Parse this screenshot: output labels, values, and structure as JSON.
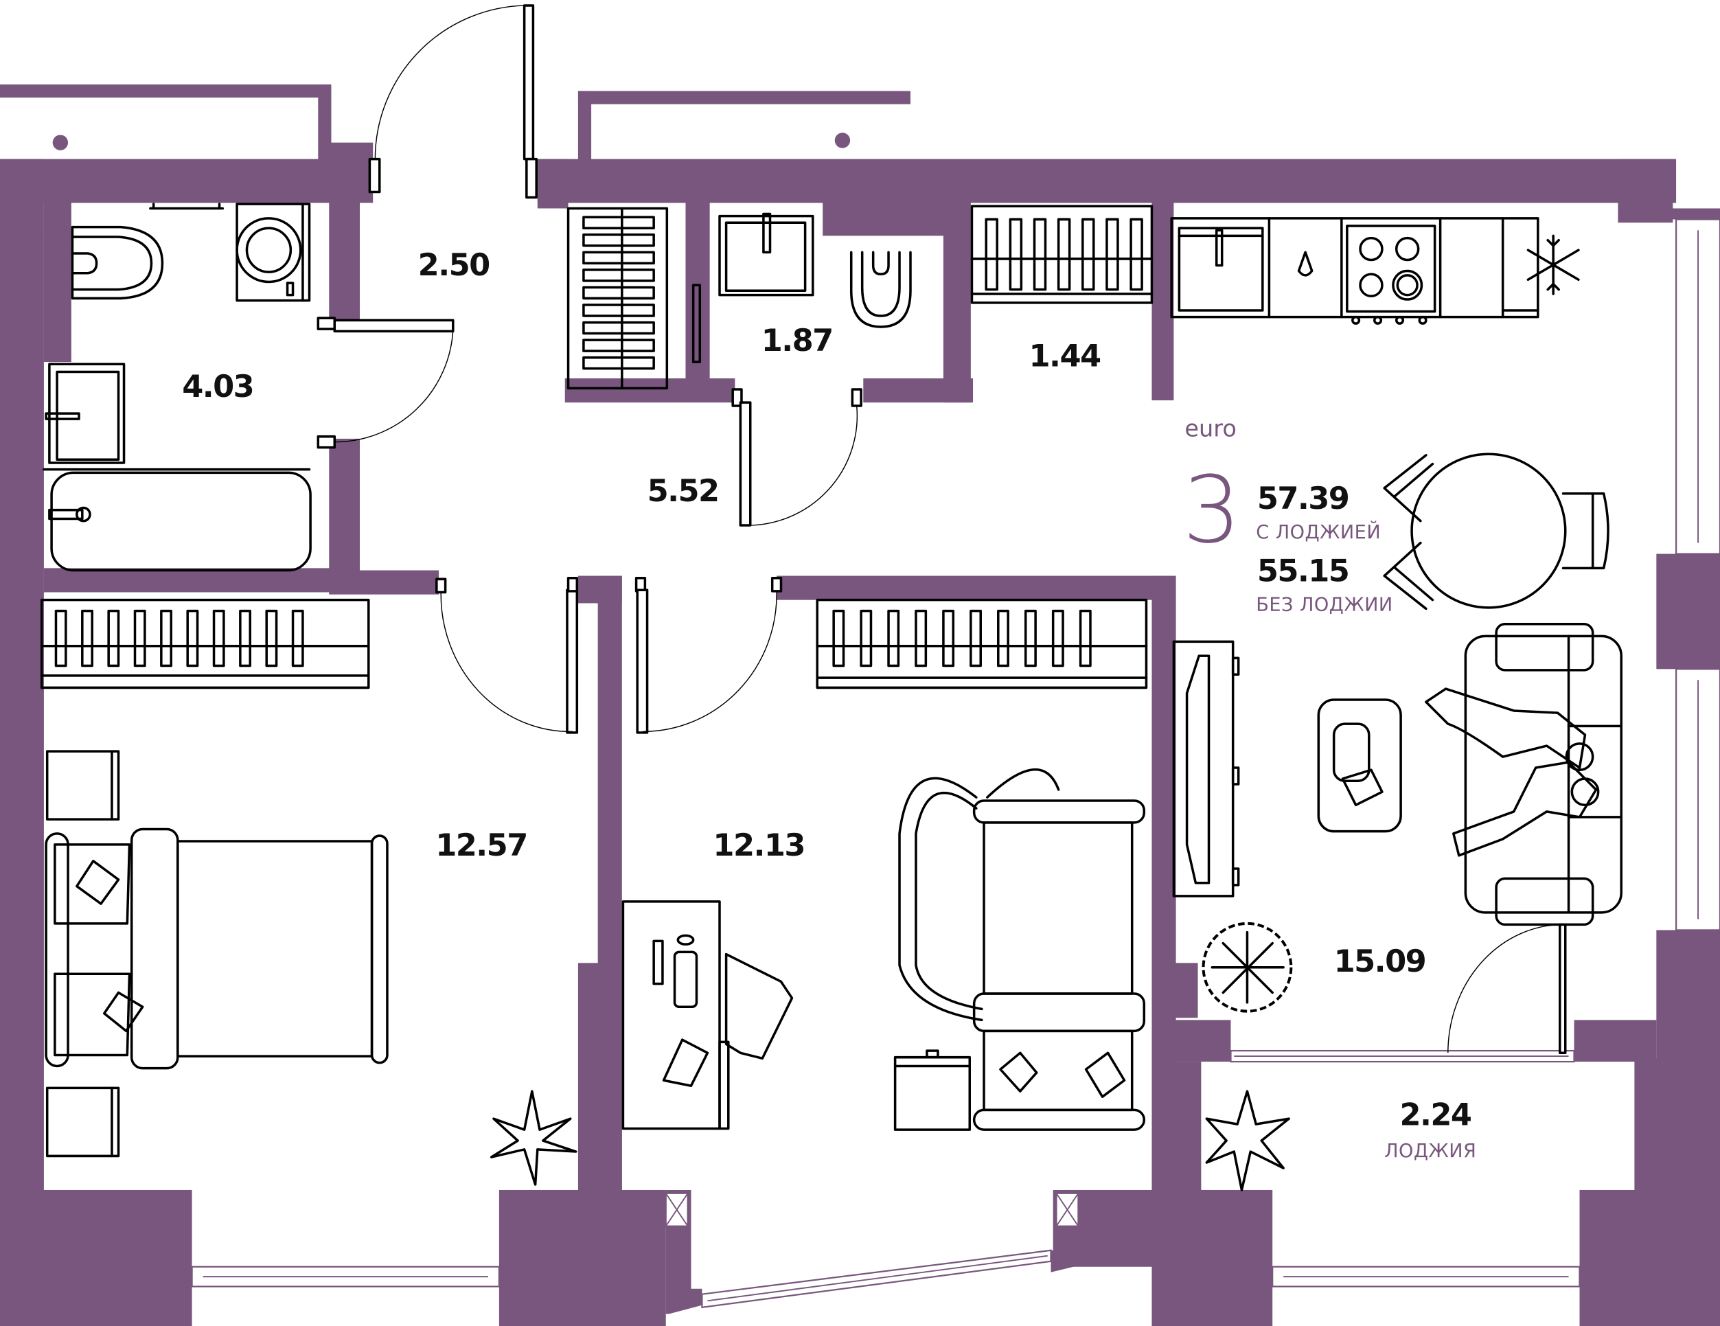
{
  "plan": {
    "type": "apartment-floor-plan",
    "class": "euro",
    "rooms_count": "3",
    "total_area_with_loggia": "57.39",
    "with_loggia_label": "С ЛОДЖИЕЙ",
    "total_area_without_loggia": "55.15",
    "without_loggia_label": "БЕЗ ЛОДЖИИ",
    "wall_color": "#78567d",
    "text_color": "#111111"
  },
  "rooms": [
    {
      "id": "bathroom",
      "area": "4.03"
    },
    {
      "id": "entrance-hall",
      "area": "2.50"
    },
    {
      "id": "toilet",
      "area": "1.87"
    },
    {
      "id": "wardrobe",
      "area": "1.44"
    },
    {
      "id": "corridor",
      "area": "5.52"
    },
    {
      "id": "bedroom-1",
      "area": "12.57"
    },
    {
      "id": "bedroom-2",
      "area": "12.13"
    },
    {
      "id": "kitchen-living",
      "area": "15.09"
    },
    {
      "id": "loggia",
      "area": "2.24",
      "label": "ЛОДЖИЯ"
    }
  ],
  "icons": {
    "kitchen": [
      "sink-icon",
      "water-drop-icon",
      "cooktop-icon",
      "freezer-snowflake-icon"
    ],
    "bathroom": [
      "toilet-icon",
      "washing-machine-icon",
      "washbasin-icon",
      "bathtub-icon"
    ],
    "furniture": [
      "wardrobe-icon",
      "double-bed-icon",
      "nightstand-icon",
      "desk-icon",
      "office-chair-icon",
      "armchair-icon",
      "single-bed-icon",
      "dining-table-icon",
      "sofa-icon",
      "tv-stand-icon",
      "coffee-table-icon",
      "plant-icon"
    ]
  }
}
